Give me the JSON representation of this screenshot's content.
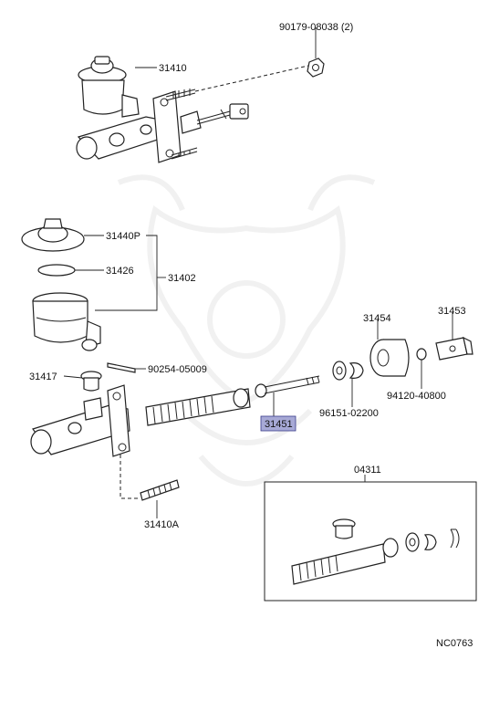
{
  "callouts": {
    "bolt_90179": "90179-08038 (2)",
    "assy_31410": "31410",
    "cap_31440p": "31440P",
    "gasket_31426": "31426",
    "reservoir_31402": "31402",
    "pin_90254": "90254-05009",
    "grommet_31417": "31417",
    "pushrod_31451": "31451",
    "boot_31454": "31454",
    "clevis_31453": "31453",
    "washer_96151": "96151-02200",
    "nut_94120": "94120-40800",
    "union_31410a": "31410A",
    "kit_04311": "04311"
  },
  "diagram_code": "NC0763",
  "colors": {
    "highlight_fill": "#a7a9d6",
    "line": "#222222",
    "watermark": "#ececec"
  }
}
